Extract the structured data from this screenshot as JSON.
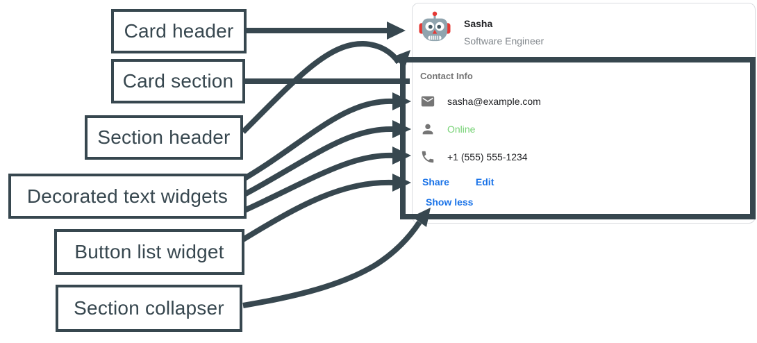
{
  "diagram": {
    "labels": [
      {
        "id": "card-header",
        "text": "Card header"
      },
      {
        "id": "card-section",
        "text": "Card section"
      },
      {
        "id": "section-header",
        "text": "Section header"
      },
      {
        "id": "decorated-text",
        "text": "Decorated text widgets"
      },
      {
        "id": "button-list",
        "text": "Button list widget"
      },
      {
        "id": "section-collapser",
        "text": "Section collapser"
      }
    ],
    "arrow_color": "#37474F"
  },
  "card": {
    "header": {
      "avatar": "robot-avatar",
      "name": "Sasha",
      "role": "Software Engineer"
    },
    "section": {
      "title": "Contact Info",
      "rows": [
        {
          "icon": "mail-icon",
          "text": "sasha@example.com",
          "color": "#202124"
        },
        {
          "icon": "person-icon",
          "text": "Online",
          "color": "#76D275"
        },
        {
          "icon": "phone-icon",
          "text": "+1 (555) 555-1234",
          "color": "#202124"
        }
      ],
      "buttons": [
        {
          "label": "Share"
        },
        {
          "label": "Edit"
        }
      ],
      "collapser_label": "Show less"
    }
  },
  "colors": {
    "accent_slate": "#37474F",
    "link_blue": "#1a73e8",
    "online_green": "#76D275",
    "muted_gray": "#757575",
    "card_border": "#dadce0"
  }
}
